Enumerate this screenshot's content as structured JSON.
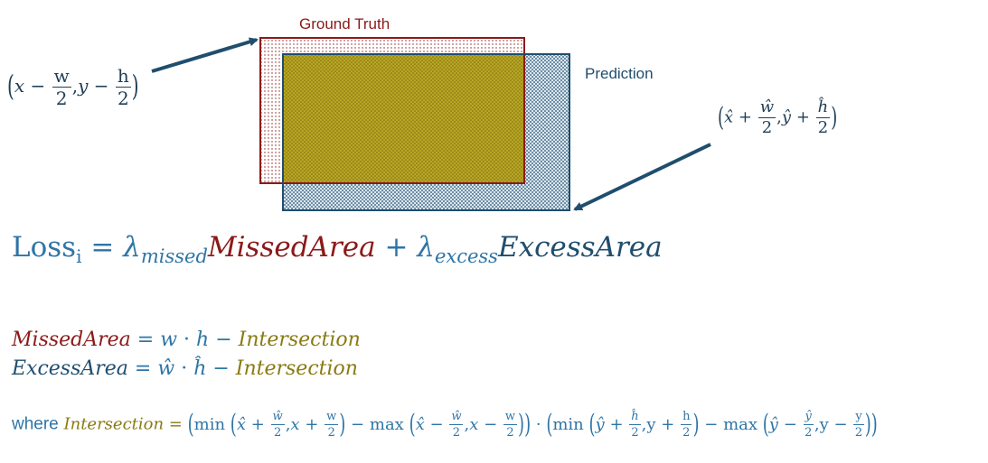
{
  "colors": {
    "ground_truth": "#8b1a1a",
    "prediction": "#1f4e6e",
    "intersection": "#8a7a12",
    "overlap_fill": "#a89a1e",
    "arrow": "#1f4e6e",
    "text_blue": "#2e75a6"
  },
  "diagram": {
    "ground_truth_label": "Ground Truth",
    "prediction_label": "Prediction",
    "top_left_coord": {
      "open": "(",
      "x": "x",
      "minus1": "−",
      "w_num": "w",
      "w_den": "2",
      "comma": ",",
      "y": "y",
      "minus2": "−",
      "h_num": "h",
      "h_den": "2",
      "close": ")"
    },
    "bottom_right_coord": {
      "open": "(",
      "x": "x̂",
      "plus1": "+",
      "w_num": "ŵ",
      "w_den": "2",
      "comma": ",",
      "y": "ŷ",
      "plus2": "+",
      "h_num": "ĥ",
      "h_den": "2",
      "close": ")"
    }
  },
  "loss_equation": {
    "loss": "Loss",
    "sub_i": "i",
    "eq": " = ",
    "lambda1": "λ",
    "sub_missed": "missed",
    "missed_area": "MissedArea",
    "plus": " + ",
    "lambda2": "λ",
    "sub_excess": "excess",
    "excess_area": "ExcessArea"
  },
  "missed_eq": {
    "lhs": "MissedArea",
    "eq": " = ",
    "w": "w",
    "dot": " · ",
    "h": "h",
    "minus": " − ",
    "intersection": "Intersection"
  },
  "excess_eq": {
    "lhs": "ExcessArea",
    "eq": " = ",
    "w": "ŵ",
    "dot": " · ",
    "h": "ĥ",
    "minus": " − ",
    "intersection": "Intersection"
  },
  "intersection_eq": {
    "where": "where",
    "intersection": "Intersection",
    "eq": " = ",
    "min": "min",
    "max": "max",
    "x_hat": "x̂",
    "x": "x",
    "y_hat": "ŷ",
    "y": "y",
    "w_hat": "ŵ",
    "w": "w",
    "h_hat": "ĥ",
    "h": "h",
    "y_hat_num": "ŷ",
    "y_num": "y",
    "two": "2",
    "plus": "+",
    "minus": "−",
    "comma": ",",
    "cdot": "·",
    "open": "(",
    "close": ")"
  }
}
